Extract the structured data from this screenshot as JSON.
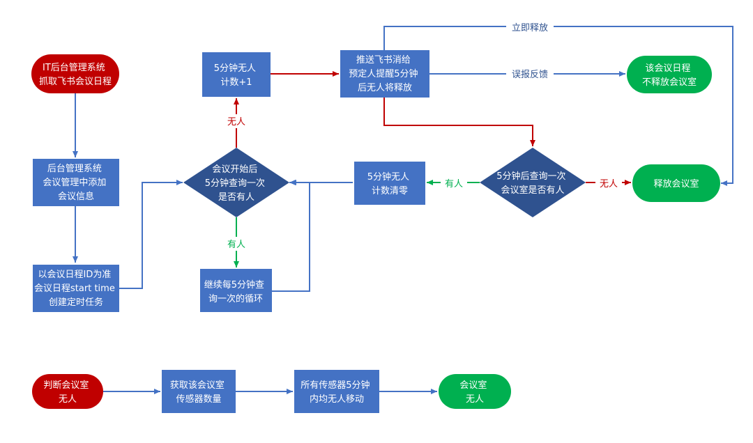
{
  "colors": {
    "box": "#4472C4",
    "diamond": "#2F528F",
    "start": "#C00000",
    "end": "#00B050",
    "line_blue": "#4472C4",
    "line_red": "#C00000",
    "line_green": "#00B050",
    "label_red": "#C00000",
    "label_green": "#00B050",
    "label_blue": "#2F528F"
  },
  "nodes": {
    "it_start": [
      "IT后台管理系统",
      "抓取飞书会议日程"
    ],
    "add_meeting": [
      "后台管理系统",
      "会议管理中添加",
      "会议信息"
    ],
    "create_task": [
      "以会议日程ID为准",
      "会议日程start time",
      "创建定时任务"
    ],
    "check_meeting": [
      "会议开始后",
      "5分钟查询一次",
      "是否有人"
    ],
    "count_plus": [
      "5分钟无人",
      "计数+1"
    ],
    "loop_check": [
      "继续每5分钟查",
      "询一次的循环"
    ],
    "push_msg": [
      "推送飞书消给",
      "预定人提醒5分钟",
      "后无人将释放"
    ],
    "keep_room": [
      "该会议日程",
      "不释放会议室"
    ],
    "check_5min": [
      "5分钟后查询一次",
      "会议室是否有人"
    ],
    "count_reset": [
      "5分钟无人",
      "计数清零"
    ],
    "release_room": [
      "释放会议室"
    ],
    "judge_start": [
      "判断会议室",
      "无人"
    ],
    "get_sensors": [
      "获取该会议室",
      "传感器数量"
    ],
    "sensors_check": [
      "所有传感器5分钟",
      "内均无人移动"
    ],
    "room_empty": [
      "会议室",
      "无人"
    ]
  },
  "edge_labels": {
    "none1": "无人",
    "yes1": "有人",
    "release_now": "立即释放",
    "false_report": "误报反馈",
    "yes2": "有人",
    "none2": "无人"
  }
}
